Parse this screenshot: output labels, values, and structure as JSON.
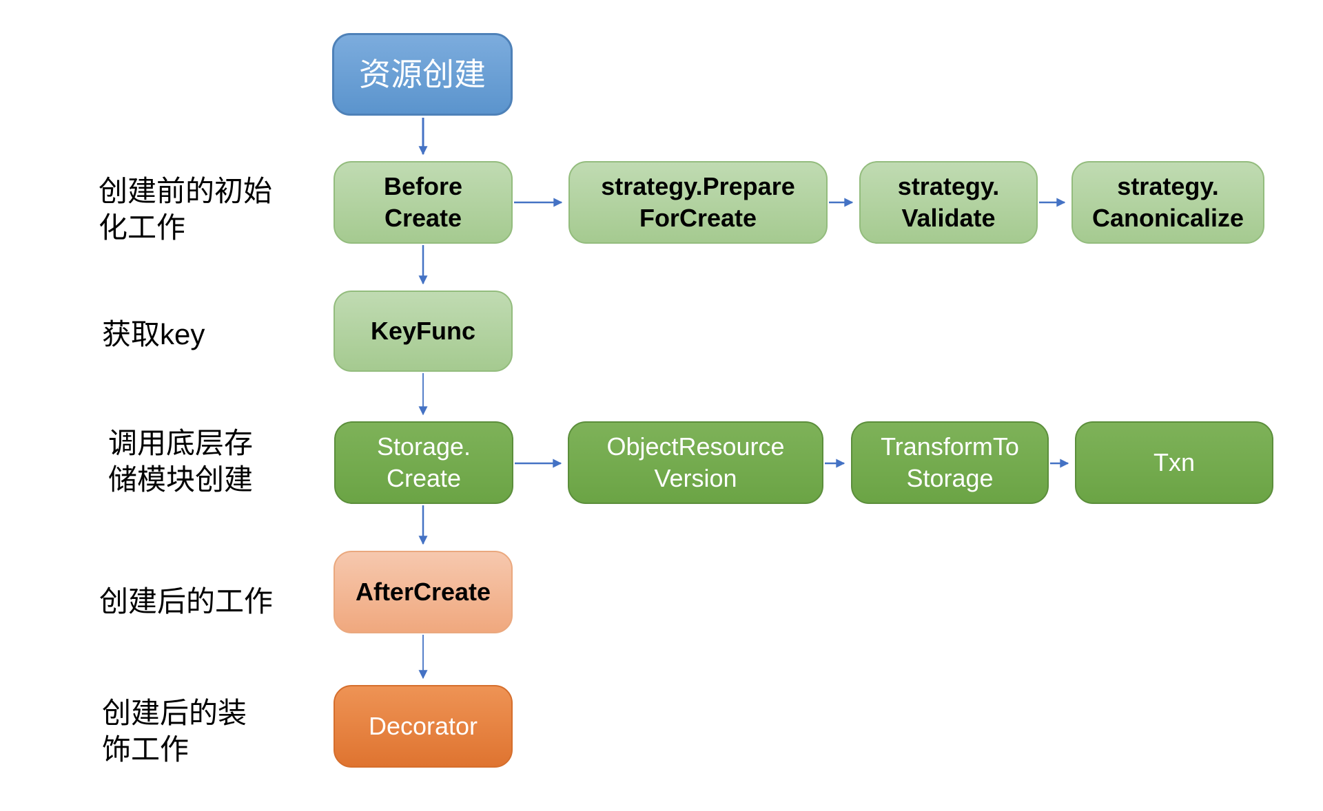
{
  "nodes": {
    "resource_create": {
      "label": "资源创建"
    },
    "before_create": {
      "label": "Before\nCreate"
    },
    "prepare_for_create": {
      "label": "strategy.Prepare\nForCreate"
    },
    "validate": {
      "label": "strategy.\nValidate"
    },
    "canonicalize": {
      "label": "strategy.\nCanonicalize"
    },
    "keyfunc": {
      "label": "KeyFunc"
    },
    "storage_create": {
      "label": "Storage.\nCreate"
    },
    "object_resource_version": {
      "label": "ObjectResource\nVersion"
    },
    "transform_to_storage": {
      "label": "TransformTo\nStorage"
    },
    "txn": {
      "label": "Txn"
    },
    "after_create": {
      "label": "AfterCreate"
    },
    "decorator": {
      "label": "Decorator"
    }
  },
  "side_labels": {
    "pre_create": "创建前的初始\n化工作",
    "get_key": "获取key",
    "storage_call": "调用底层存\n储模块创建",
    "post_create": "创建后的工作",
    "post_decorate": "创建后的装\n饰工作"
  },
  "edges": [
    {
      "from": "resource_create",
      "to": "before_create"
    },
    {
      "from": "before_create",
      "to": "prepare_for_create"
    },
    {
      "from": "prepare_for_create",
      "to": "validate"
    },
    {
      "from": "validate",
      "to": "canonicalize"
    },
    {
      "from": "before_create",
      "to": "keyfunc"
    },
    {
      "from": "keyfunc",
      "to": "storage_create"
    },
    {
      "from": "storage_create",
      "to": "object_resource_version"
    },
    {
      "from": "object_resource_version",
      "to": "transform_to_storage"
    },
    {
      "from": "transform_to_storage",
      "to": "txn"
    },
    {
      "from": "storage_create",
      "to": "after_create"
    },
    {
      "from": "after_create",
      "to": "decorator"
    }
  ],
  "colors": {
    "blue_fill": "#5B9BD5",
    "blue_border": "#4E81B8",
    "light_green_fill": "#A9CD94",
    "light_green_border": "#93BC7D",
    "dark_green_fill": "#70AD47",
    "dark_green_border": "#5B8E3B",
    "salmon_fill": "#F2B18C",
    "salmon_border": "#EAA87E",
    "orange_fill": "#E2793B",
    "orange_border": "#D56E2C",
    "arrow": "#4472C4",
    "text_dark": "#000000",
    "text_light": "#FFFFFF"
  }
}
